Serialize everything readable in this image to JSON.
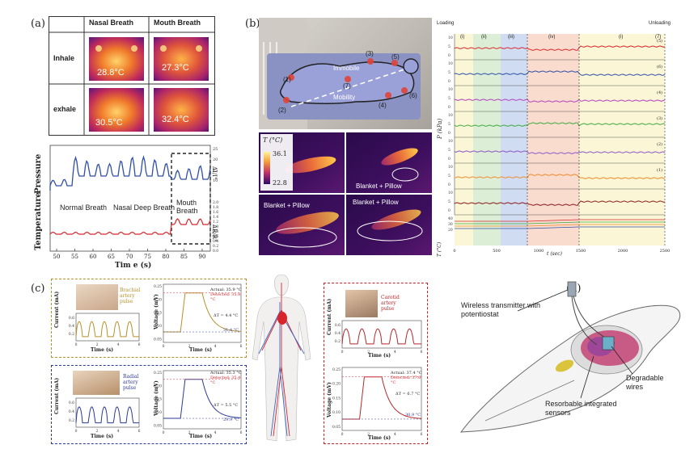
{
  "panels": {
    "a": "(a)",
    "b": "(b)",
    "c": "(c)",
    "d": "(d)"
  },
  "a_table": {
    "col_nasal": "Nasal Breath",
    "col_mouth": "Mouth Breath",
    "row_inhale": "Inhale",
    "row_exhale": "exhale",
    "t_inhale_nasal": "28.8°C",
    "t_inhale_mouth": "27.3°C",
    "t_exhale_nasal": "30.5°C",
    "t_exhale_mouth": "32.4°C"
  },
  "a_chart": {
    "ylabel_top": "Pressure",
    "ylabel_bottom": "Temperature",
    "xlabel": "Tim e (s)",
    "xticks": [
      "50",
      "55",
      "60",
      "65",
      "70",
      "75",
      "80",
      "85",
      "90"
    ],
    "right_ticks_top": [
      "25",
      "20",
      "15",
      "10"
    ],
    "right_ticks_bottom": [
      "2.0",
      "1.8",
      "1.6",
      "1.4",
      "1.2",
      "1.0",
      "0.8",
      "0.6",
      "0.4",
      "0.2",
      "0.0"
    ],
    "right_unit_top": "ΔI/I°",
    "right_unit_bottom": "ΔR/R°",
    "label_normal": "Normal Breath",
    "label_nasal": "Nasal Deep Breath",
    "label_mouth": "Mouth Breath"
  },
  "b_photo": {
    "immobile": "Immobile",
    "mobility": "Mobility",
    "markers": [
      "(1)",
      "(2)",
      "(3)",
      "(4)",
      "(5)",
      "(6)",
      "(7)"
    ]
  },
  "b_thermal": {
    "legend_title": "T (°C)",
    "legend_max": "36.1",
    "legend_min": "22.8",
    "label_1": "Blanket + Pillow",
    "label_2": "Blanket + Pillow",
    "label_3": "Blanket + Pillow"
  },
  "b_chart": {
    "loading": "Loading",
    "unloading": "Unloading",
    "phases": [
      "(i)",
      "(ii)",
      "(iii)",
      "(iv)",
      "(i)",
      "(7)"
    ],
    "ylabel": "P (kPa)",
    "ylabel_t": "T (°C)",
    "xlabel": "t (sec)",
    "xticks": [
      "0",
      "500",
      "1000",
      "1500",
      "2000",
      "2500"
    ],
    "sensor_labels": [
      "(5)",
      "(6)",
      "(4)",
      "(3)",
      "(2)",
      "(1)"
    ],
    "yticks": [
      "10",
      "5",
      "0"
    ],
    "t_ticks": [
      "40",
      "30",
      "20"
    ]
  },
  "c_brachial": {
    "photo_label": "Brachial artery pulse",
    "ylabel": "Current (mA)",
    "xlabel": "Time (s)",
    "yticks": [
      "0.6",
      "0.4",
      "0.2"
    ],
    "xticks": [
      "0",
      "2",
      "4",
      "6"
    ]
  },
  "c_brachial_v": {
    "actual": "Actual: 35.9 °C",
    "detected": "Detected: 35.8 °C",
    "delta": "ΔT = 4.4 °C",
    "base": "31.4 °C",
    "ylabel": "Voltage (mV)",
    "xlabel": "Time (s)",
    "yticks": [
      "0.25",
      "0.20",
      "0.15",
      "0.10",
      "0.05"
    ],
    "xticks": [
      "0",
      "2",
      "4",
      "6"
    ]
  },
  "c_radial": {
    "photo_label": "Radial artery pulse",
    "ylabel": "Current (mA)",
    "xlabel": "Time (s)",
    "yticks": [
      "0.6",
      "0.4",
      "0.2"
    ],
    "xticks": [
      "0",
      "2",
      "4",
      "6"
    ]
  },
  "c_radial_v": {
    "actual": "Actual: 35.3 °C",
    "detected": "Detected: 35.4 °C",
    "delta": "ΔT = 5.5 °C",
    "base": "29.9 °C",
    "ylabel": "Voltage (mV)",
    "xlabel": "Time (s)",
    "yticks": [
      "0.25",
      "0.20",
      "0.15",
      "0.10",
      "0.05"
    ],
    "xticks": [
      "0",
      "2",
      "4",
      "6"
    ]
  },
  "c_carotid": {
    "photo_label": "Carotid artery pulse",
    "ylabel": "Current (mA)",
    "xlabel": "Time (s)",
    "yticks": [
      "0.6",
      "0.4",
      "0.2"
    ],
    "xticks": [
      "0",
      "2",
      "4",
      "6"
    ]
  },
  "c_carotid_v": {
    "actual": "Actual: 37.4 °C",
    "detected": "Detected: 37.6 °C",
    "delta": "ΔT = 6.7 °C",
    "base": "30.9 °C",
    "ylabel": "Voltage (mV)",
    "xlabel": "Time (s)",
    "yticks": [
      "0.25",
      "0.20",
      "0.15",
      "0.10",
      "0.05"
    ],
    "xticks": [
      "0",
      "2",
      "4",
      "6"
    ]
  },
  "d_labels": {
    "transmitter": "Wireless transmitter with potentiostat",
    "wires": "Degradable wires",
    "sensors": "Resorbable integrated sensors"
  },
  "colors": {
    "blue": "#2f4fa8",
    "red": "#d6262b",
    "gold": "#b8902a",
    "navy": "#2c3a9a",
    "crimson": "#b8282b"
  }
}
